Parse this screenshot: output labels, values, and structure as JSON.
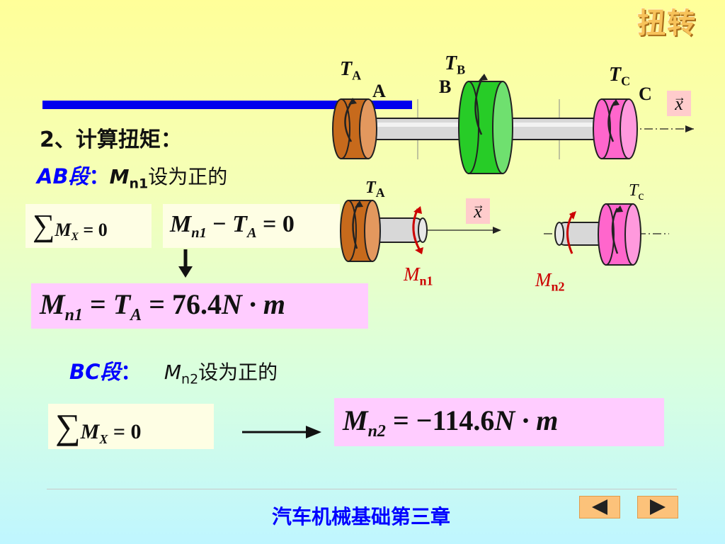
{
  "slide": {
    "title": "扭转",
    "heading": "2、计算扭矩：",
    "footer": "汽车机械基础第三章"
  },
  "diagram": {
    "torque_A": "T",
    "torque_A_sub": "A",
    "torque_B": "T",
    "torque_B_sub": "B",
    "torque_C": "T",
    "torque_C_sub": "C",
    "point_A": "A",
    "point_B": "B",
    "point_C": "C",
    "axis_x": "x",
    "axis_x_vec": "→",
    "torque_A_left": "T",
    "torque_A_left_sub": "A",
    "torque_c_right": "T",
    "torque_c_right_sub": "c",
    "moment_n1": "M",
    "moment_n1_sub": "n1",
    "moment_n2": "M",
    "moment_n2_sub": "n2"
  },
  "ab": {
    "segment": "AB段",
    "colon": "：",
    "m": "M",
    "m_sub": "n1",
    "positive": "设为正的",
    "sum_eq_sigma": "∑",
    "sum_eq_m": "M",
    "sum_eq_sub": "X",
    "sum_eq_rest": "= 0",
    "balance_m": "M",
    "balance_m_sub": "n1",
    "balance_minus": " − ",
    "balance_t": "T",
    "balance_t_sub": "A",
    "balance_rest": " = 0",
    "result_m": "M",
    "result_m_sub": "n1",
    "result_eq": " = ",
    "result_t": "T",
    "result_t_sub": "A",
    "result_value": " = 76.4",
    "result_unit": "N · m"
  },
  "bc": {
    "segment": "BC段",
    "colon": "：",
    "m": "M",
    "m_sub": "n2",
    "positive": "设为正的",
    "sum_eq_sigma": "∑",
    "sum_eq_m": "M",
    "sum_eq_sub": "X",
    "sum_eq_rest": "= 0",
    "result_m": "M",
    "result_m_sub": "n2",
    "result_value": " = −114.6",
    "result_unit": "N · m"
  },
  "colors": {
    "blue_accent": "#0000ff",
    "pink_box": "#ffccff",
    "moment_red": "#cc0000",
    "disk_brown": "#c76a1c",
    "disk_green": "#27cc27",
    "disk_pink": "#ff66cc"
  },
  "icons": [
    "prev-arrow-icon",
    "next-arrow-icon",
    "down-arrow-icon",
    "right-arrow-icon",
    "torque-arc-icon"
  ]
}
